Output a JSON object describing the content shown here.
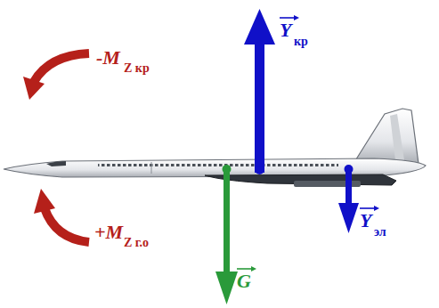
{
  "diagram": {
    "labels": [
      "Y",
      "кр",
      "Y",
      "эл",
      "G",
      "-M",
      "Z кр",
      "+M",
      "Z г.о"
    ]
  }
}
